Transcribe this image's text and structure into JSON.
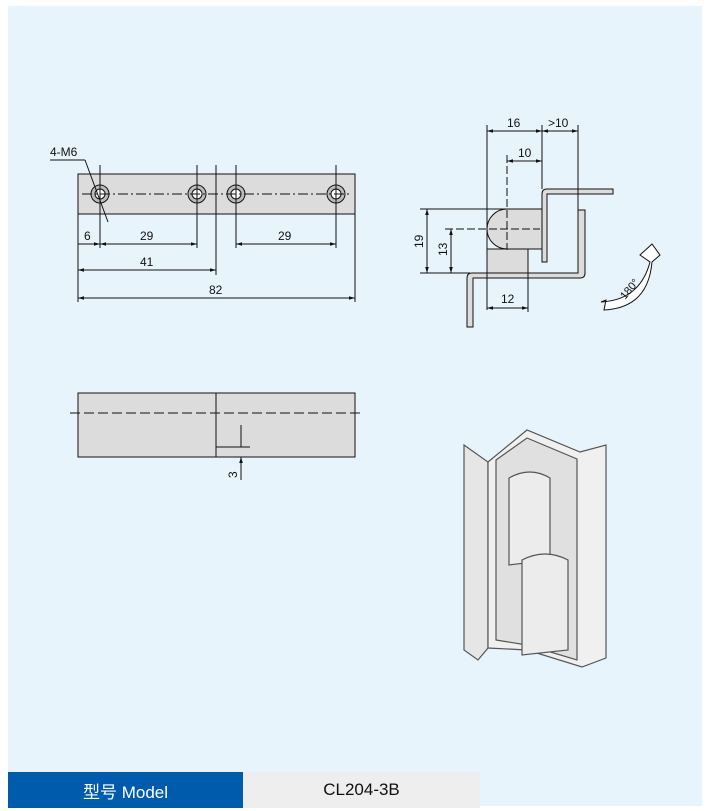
{
  "drawing": {
    "top_view": {
      "thread_callout": "4-M6",
      "dims": [
        "6",
        "29",
        "29",
        "41",
        "82"
      ]
    },
    "side_view": {
      "dims": [
        "3"
      ]
    },
    "profile_view": {
      "dims": [
        "16",
        ">10",
        "10",
        "19",
        "13",
        "12"
      ],
      "rotation": "180°"
    }
  },
  "spec_bar": {
    "label": "型号 Model",
    "value": "CL204-3B"
  },
  "colors": {
    "accent": "#005bac",
    "background": "#e8f4fc",
    "part_fill": "#dcdcdc"
  }
}
